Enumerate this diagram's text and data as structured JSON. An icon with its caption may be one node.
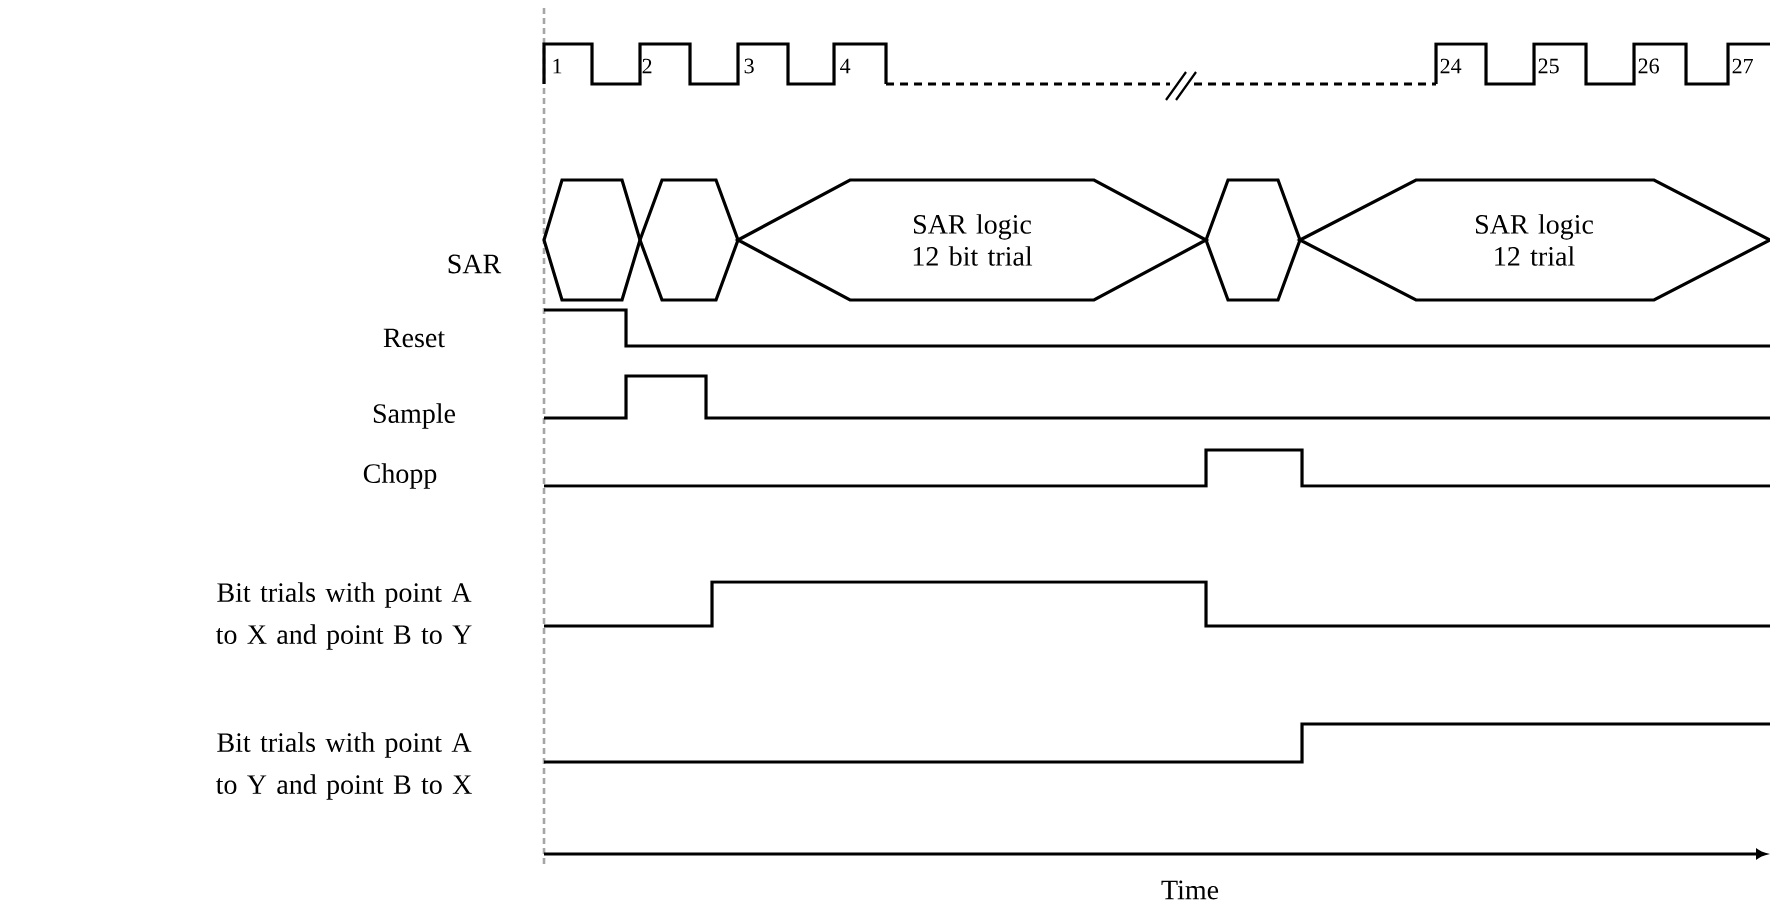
{
  "diagram": {
    "nodes": [
      {
        "text": [],
        "shape": "hexagon"
      },
      {
        "text": [],
        "shape": "hexagon"
      },
      {
        "text": [
          "SAR logic 12 bit trial"
        ]
      },
      {
        "text": [],
        "shape": "hexagon"
      },
      {
        "text": [
          "SAR logic 12 trial"
        ]
      }
    ],
    "labels": [
      "1",
      "2",
      "3",
      "4",
      "24",
      "25",
      "26",
      "27",
      "SAR",
      "Reset",
      "Sample",
      "Chopp",
      "Bit trials with point A to X and point B to Y",
      "Bit trials with point A to Y and point B to X",
      "Time"
    ]
  }
}
